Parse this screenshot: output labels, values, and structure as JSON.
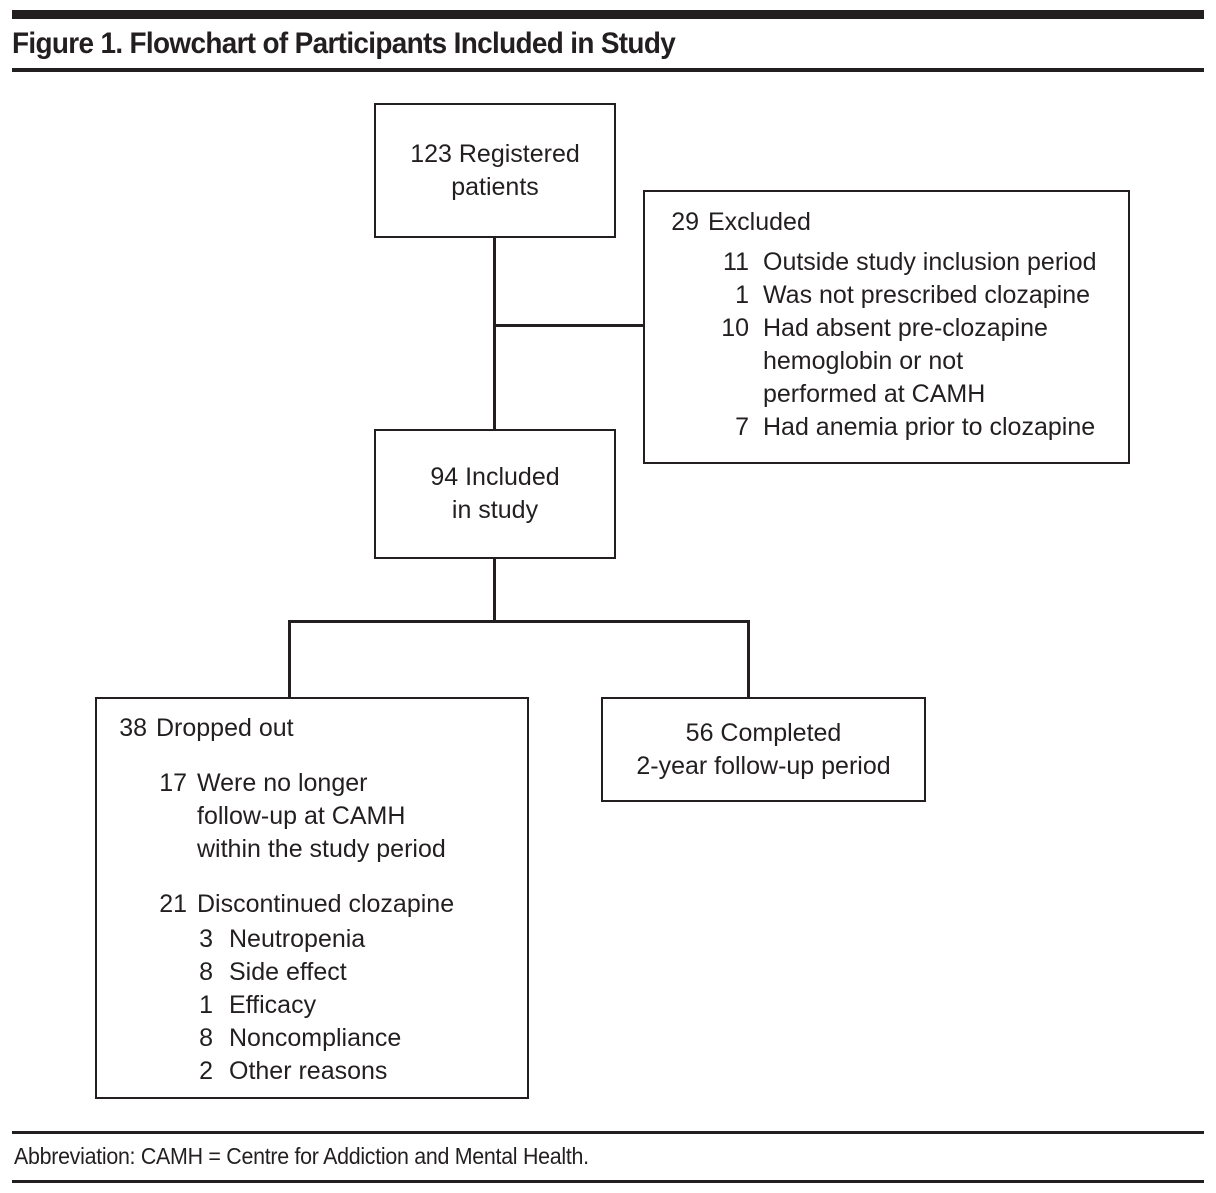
{
  "figure": {
    "title": "Figure 1. Flowchart of Participants Included in Study",
    "footnote": "Abbreviation: CAMH = Centre for Addiction and Mental Health.",
    "line_color": "#231f20",
    "background": "#ffffff"
  },
  "flowchart": {
    "type": "participant-flow-diagram",
    "nodes": {
      "registered": {
        "count": "123",
        "line1": "123 Registered",
        "line2": "patients"
      },
      "excluded": {
        "head_num": "29",
        "head_text": "Excluded",
        "items": [
          {
            "num": "11",
            "text": "Outside study inclusion period"
          },
          {
            "num": "1",
            "text": "Was not prescribed clozapine"
          },
          {
            "num": "10",
            "text": "Had absent pre-clozapine\nhemoglobin or not\nperformed at CAMH"
          },
          {
            "num": "7",
            "text": "Had anemia prior to clozapine"
          }
        ]
      },
      "included": {
        "count": "94",
        "line1": "94 Included",
        "line2": "in study"
      },
      "dropped_out": {
        "head_num": "38",
        "head_text": "Dropped out",
        "groups": [
          {
            "num": "17",
            "text": "Were no longer\nfollow-up at CAMH\nwithin the study period",
            "items": []
          },
          {
            "num": "21",
            "text": "Discontinued clozapine",
            "items": [
              {
                "num": "3",
                "text": "Neutropenia"
              },
              {
                "num": "8",
                "text": "Side effect"
              },
              {
                "num": "1",
                "text": "Efficacy"
              },
              {
                "num": "8",
                "text": "Noncompliance"
              },
              {
                "num": "2",
                "text": "Other reasons"
              }
            ]
          }
        ]
      },
      "completed": {
        "count": "56",
        "line1": "56 Completed",
        "line2": "2-year follow-up period"
      }
    }
  }
}
